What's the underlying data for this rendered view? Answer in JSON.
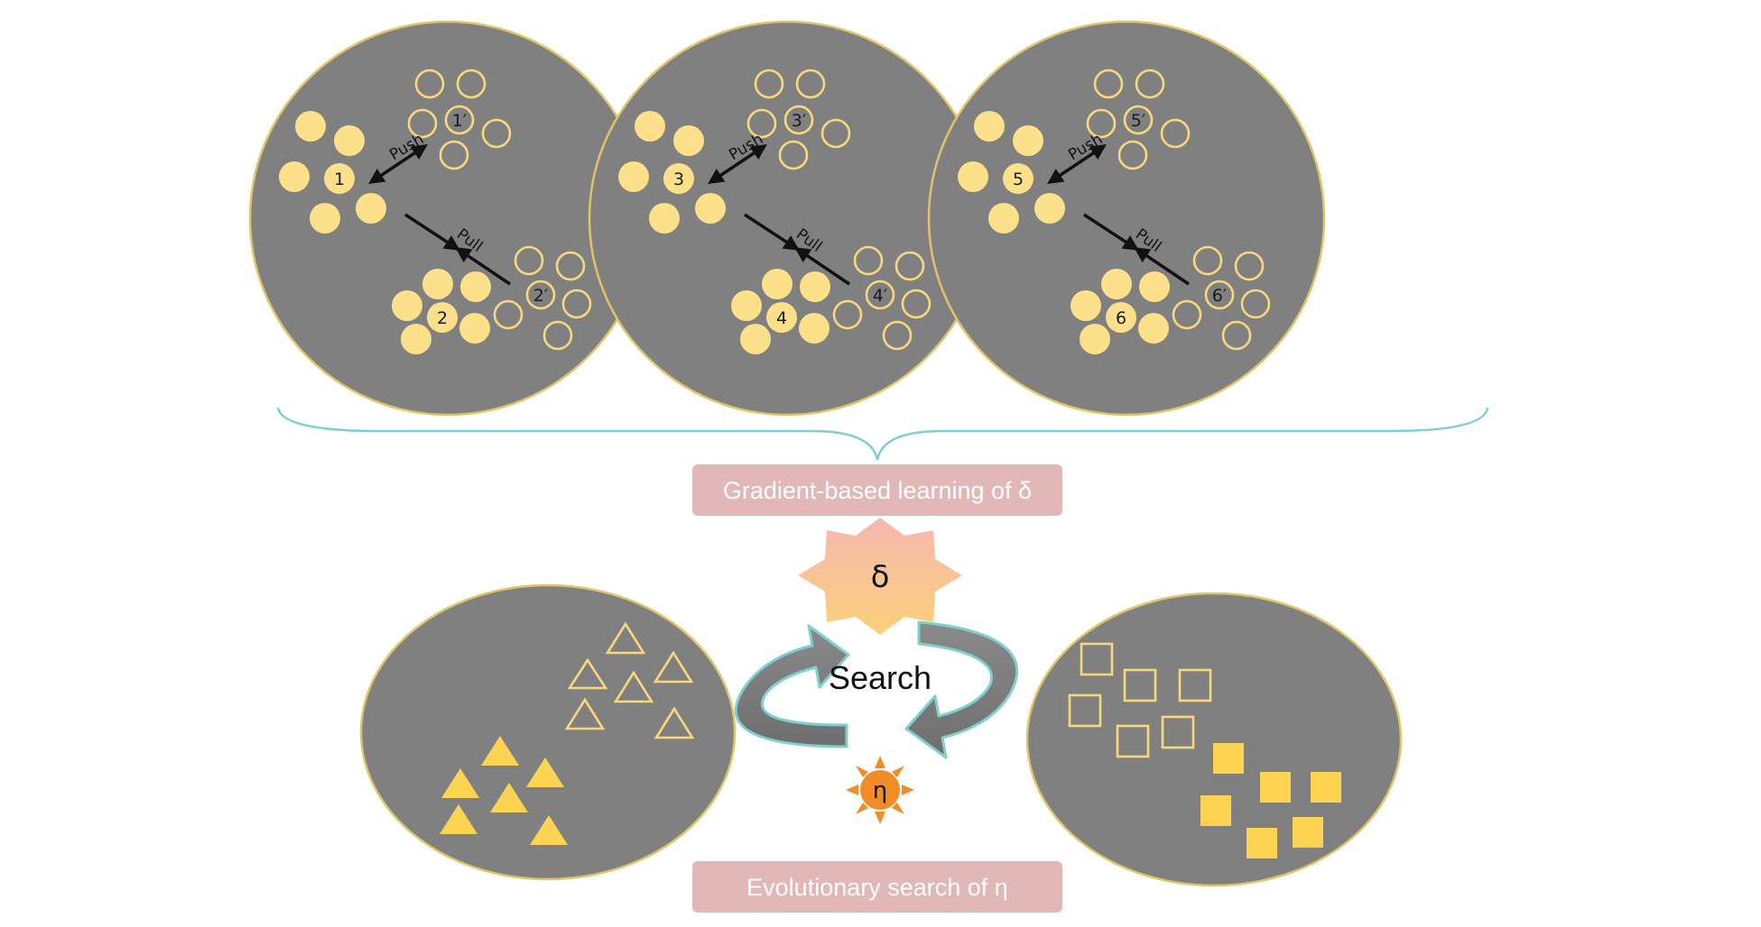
{
  "diagram": {
    "panels": [
      {
        "anchor_label": "1",
        "pos_label": "2",
        "neg_label": "1′",
        "neg2_label": "2′",
        "push_label": "Push",
        "pull_label": "Pull"
      },
      {
        "anchor_label": "3",
        "pos_label": "4",
        "neg_label": "3′",
        "neg2_label": "4′",
        "push_label": "Push",
        "pull_label": "Pull"
      },
      {
        "anchor_label": "5",
        "pos_label": "6",
        "neg_label": "5′",
        "neg2_label": "6′",
        "push_label": "Push",
        "pull_label": "Pull"
      }
    ],
    "gradient_banner": "Gradient-based learning of δ",
    "delta_symbol": "δ",
    "search_label": "Search",
    "eta_symbol": "η",
    "evolution_banner": "Evolutionary search of η",
    "colors": {
      "disc": "#808080",
      "disc_border": "#e0c46a",
      "marker": "#fde18a",
      "marker_solid": "#fcd451",
      "banner": "#e2b7b7",
      "brace": "#7fcfcf",
      "sun_orange": "#f28c28"
    }
  }
}
